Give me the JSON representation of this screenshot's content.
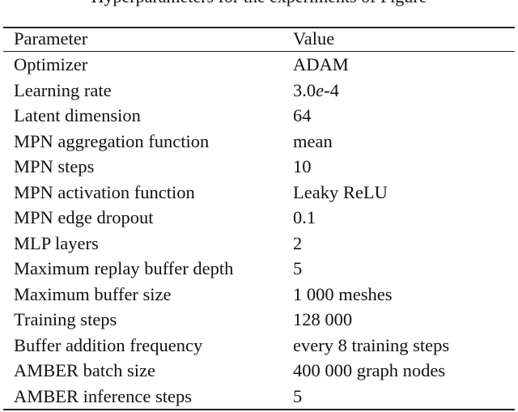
{
  "caption": "Hyperparameters for the experiments of Figure",
  "table": {
    "header": {
      "parameter": "Parameter",
      "value": "Value"
    },
    "rows": [
      {
        "parameter": "Optimizer",
        "value": "ADAM"
      },
      {
        "parameter": "Learning rate",
        "value": "3.0e-4"
      },
      {
        "parameter": "Latent dimension",
        "value": "64"
      },
      {
        "parameter": "MPN aggregation function",
        "value": "mean"
      },
      {
        "parameter": "MPN steps",
        "value": "10"
      },
      {
        "parameter": "MPN activation function",
        "value": "Leaky ReLU"
      },
      {
        "parameter": "MPN edge dropout",
        "value": "0.1"
      },
      {
        "parameter": "MLP layers",
        "value": "2"
      },
      {
        "parameter": "Maximum replay buffer depth",
        "value": "5"
      },
      {
        "parameter": "Maximum buffer size",
        "value": "1 000 meshes"
      },
      {
        "parameter": "Training steps",
        "value": "128 000"
      },
      {
        "parameter": "Buffer addition frequency",
        "value": "every 8 training steps"
      },
      {
        "parameter": "AMBER batch size",
        "value": "400 000 graph nodes"
      },
      {
        "parameter": "AMBER inference steps",
        "value": "5"
      }
    ]
  }
}
